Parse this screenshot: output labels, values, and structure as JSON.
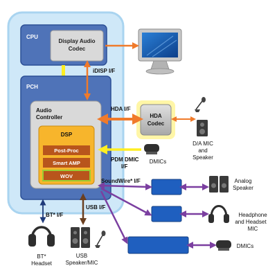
{
  "blocks": {
    "cpu": "CPU",
    "display_codec_line1": "Display Audio",
    "display_codec_line2": "Codec",
    "pch": "PCH",
    "audio_controller_line1": "Audio",
    "audio_controller_line2": "Controller",
    "dsp": "DSP",
    "post_proc": "Post-Proc",
    "smart_amp": "Smart AMP",
    "wov": "WOV",
    "hda_codec_line1": "HDA",
    "hda_codec_line2": "Codec"
  },
  "links": {
    "idisp": "iDISP I/F",
    "hda": "HDA I/F",
    "pdm_line1": "PDM DMIC",
    "pdm_line2": "I/F",
    "soundwire": "SoundWire* I/F",
    "usb": "USB I/F",
    "bt": "BT* I/F"
  },
  "endpoints": {
    "da_mic_line1": "D/A MIC",
    "da_mic_line2": "and",
    "da_mic_line3": "Speaker",
    "dmics_mid": "DMICs",
    "analog_line1": "Analog",
    "analog_line2": "Speaker",
    "headphone_line1": "Headphone",
    "headphone_line2": "and Headset",
    "headphone_line3": "MIC",
    "dmics_bottom": "DMICs",
    "bt_line1": "BT*",
    "bt_line2": "Headset",
    "usb_line1": "USB",
    "usb_line2": "Speaker/MIC"
  },
  "colors": {
    "outer_glow": "#cfe8f8",
    "pch_blue": "#4f73b8",
    "gray_block": "#d9d9d9",
    "dsp_orange": "#f7b52c",
    "dsp_inner": "#b8551c",
    "wov_border": "#9acd32",
    "hda_glow": "#fff59d",
    "orange_arrow": "#f07a2a",
    "yellow_arrow": "#ffee22",
    "purple_arrow": "#7b3fa0",
    "swire_box": "#1f5fbf"
  }
}
